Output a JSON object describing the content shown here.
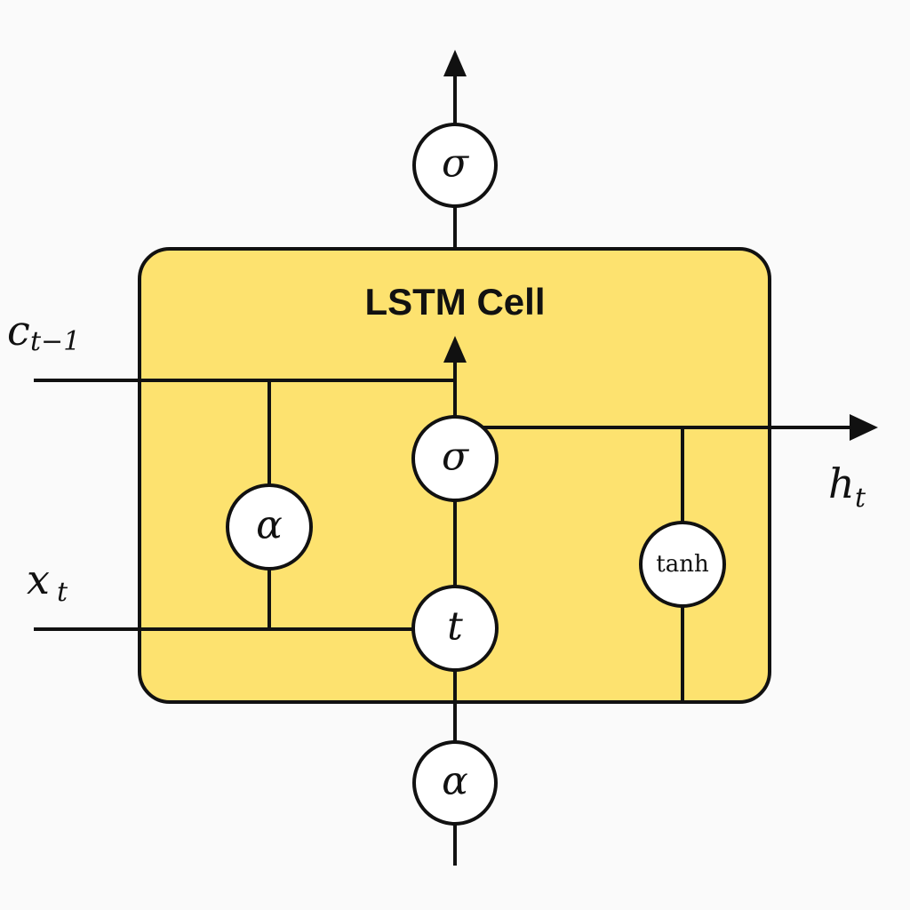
{
  "diagram": {
    "title": "LSTM Cell",
    "colors": {
      "cell_fill": "#fde26f",
      "stroke": "#111111",
      "node_fill": "#ffffff",
      "background": "#fafafa"
    },
    "inputs": {
      "cell_state": {
        "main": "c",
        "sub": "t−1"
      },
      "input": {
        "main": "x",
        "sub": "t"
      }
    },
    "outputs": {
      "hidden": {
        "main": "h",
        "sub": "t"
      }
    },
    "nodes": {
      "top_sigma": "σ",
      "inner_sigma": "σ",
      "left_alpha": "α",
      "center_t": "t",
      "bottom_alpha": "α",
      "tanh": "tanh"
    }
  }
}
